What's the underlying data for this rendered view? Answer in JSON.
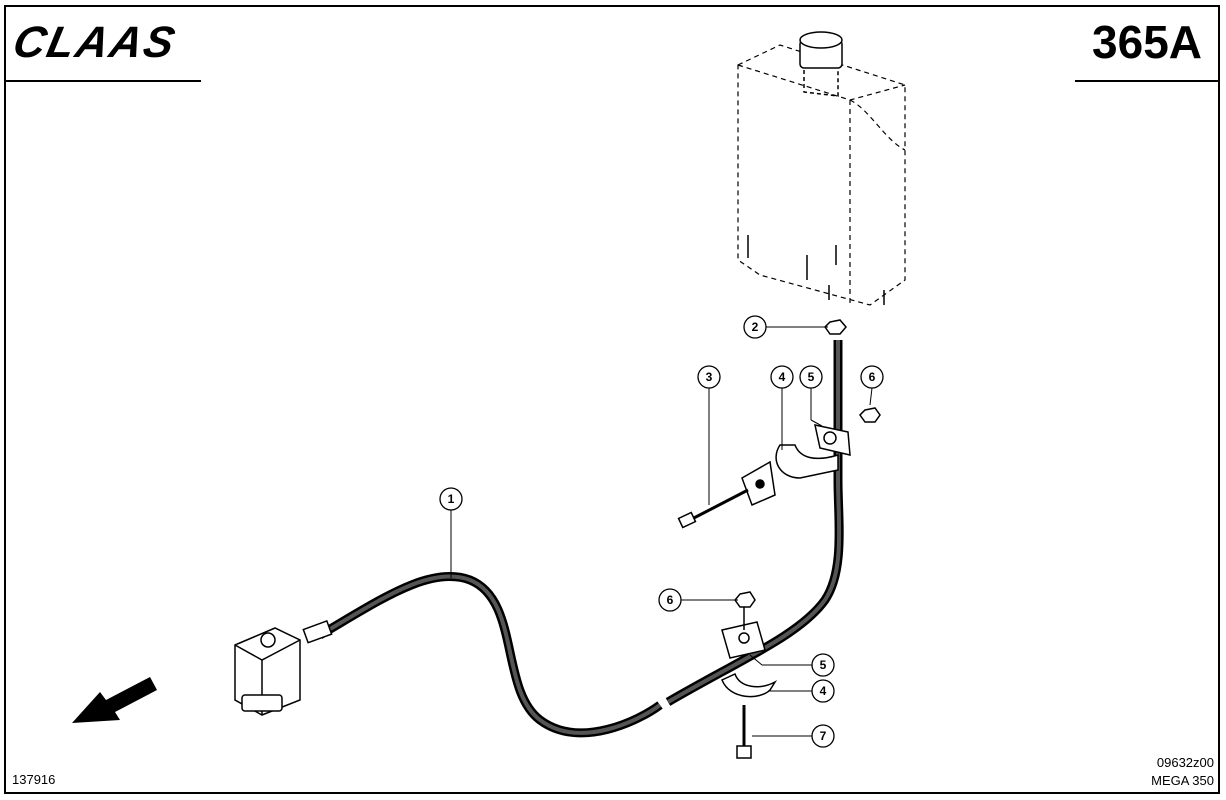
{
  "header": {
    "brand_logo": "CLAAS",
    "plate_number": "365A"
  },
  "footer": {
    "figure_number": "137916",
    "drawing_code": "09632z00",
    "model": "MEGA 350"
  },
  "callouts": [
    "1",
    "2",
    "3",
    "4",
    "5",
    "6",
    "6",
    "5",
    "4",
    "7"
  ]
}
